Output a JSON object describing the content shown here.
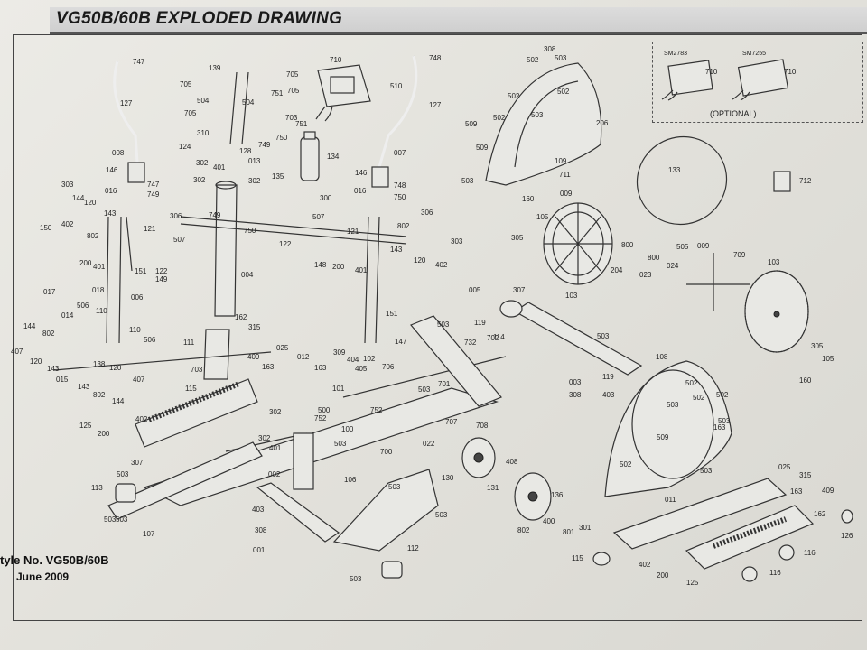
{
  "title": "VG50B/60B EXPLODED DRAWING",
  "footer": {
    "model": "tyle No. VG50B/60B",
    "date": "June 2009"
  },
  "optional": {
    "label": "(OPTIONAL)",
    "consoles": [
      "SM2783",
      "SM7255"
    ]
  },
  "part_labels": [
    "747",
    "127",
    "008",
    "146",
    "016",
    "747",
    "749",
    "303",
    "144",
    "120",
    "143",
    "150",
    "402",
    "306",
    "121",
    "802",
    "200",
    "401",
    "151",
    "122",
    "507",
    "149",
    "006",
    "017",
    "018",
    "506",
    "110",
    "014",
    "144",
    "802",
    "407",
    "120",
    "143",
    "138",
    "015",
    "120",
    "407",
    "143",
    "802",
    "144",
    "110",
    "506",
    "111",
    "703",
    "125",
    "200",
    "402",
    "115",
    "307",
    "113",
    "503",
    "503",
    "107",
    "139",
    "705",
    "705",
    "504",
    "504",
    "751",
    "705",
    "705",
    "703",
    "751",
    "310",
    "750",
    "749",
    "128",
    "124",
    "013",
    "302",
    "401",
    "302",
    "302",
    "004",
    "749",
    "750",
    "134",
    "135",
    "300",
    "122",
    "507",
    "148",
    "200",
    "401",
    "162",
    "315",
    "409",
    "163",
    "025",
    "012",
    "163",
    "101",
    "309",
    "404",
    "102",
    "405",
    "706",
    "500",
    "752",
    "100",
    "503",
    "302",
    "302",
    "401",
    "002",
    "403",
    "308",
    "001",
    "106",
    "503",
    "503",
    "112",
    "503",
    "748",
    "510",
    "127",
    "007",
    "146",
    "748",
    "016",
    "750",
    "306",
    "121",
    "802",
    "143",
    "120",
    "402",
    "303",
    "151",
    "005",
    "147",
    "503",
    "732",
    "702",
    "503",
    "701",
    "752",
    "700",
    "022",
    "707",
    "708",
    "130",
    "131",
    "408",
    "802",
    "136",
    "400",
    "801",
    "301",
    "307",
    "119",
    "114",
    "503",
    "003",
    "119",
    "308",
    "403",
    "308",
    "502",
    "502",
    "503",
    "502",
    "502",
    "509",
    "503",
    "206",
    "509",
    "503",
    "109",
    "711",
    "133",
    "712",
    "160",
    "009",
    "105",
    "305",
    "103",
    "204",
    "800",
    "023",
    "800",
    "024",
    "505",
    "009",
    "709",
    "103",
    "305",
    "105",
    "160",
    "108",
    "502",
    "503",
    "502",
    "502",
    "503",
    "509",
    "502",
    "503",
    "163",
    "025",
    "163",
    "011",
    "315",
    "409",
    "162",
    "126",
    "115",
    "116",
    "116",
    "402",
    "200",
    "125",
    "503",
    "710",
    "710",
    "710"
  ]
}
